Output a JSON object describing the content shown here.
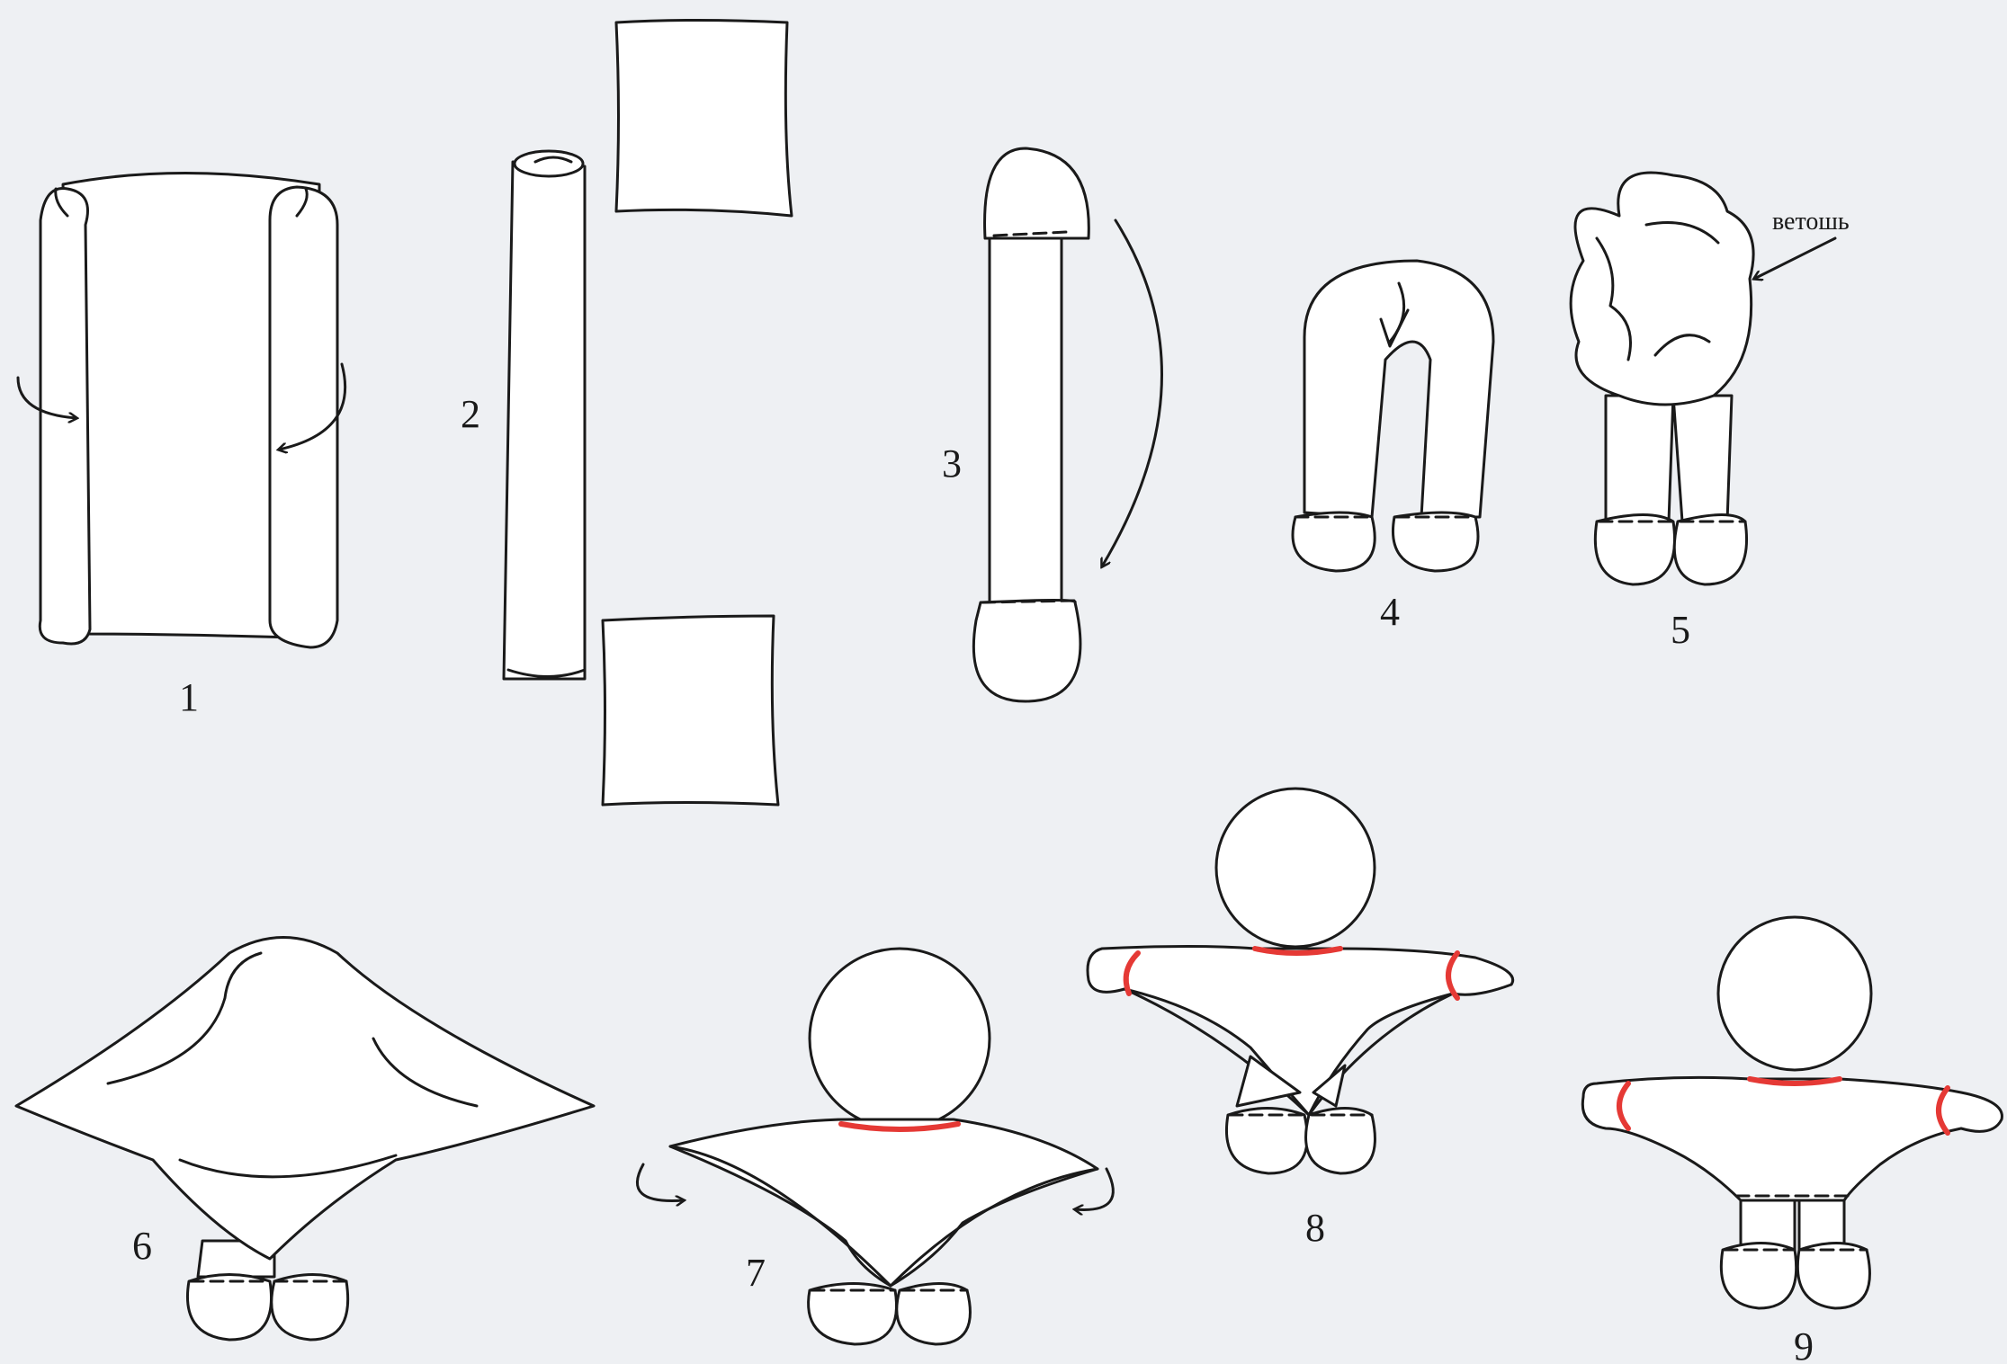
{
  "diagram": {
    "step_labels": [
      "1",
      "2",
      "3",
      "4",
      "5",
      "6",
      "7",
      "8",
      "9"
    ],
    "annotation_stuffing": "ветошь"
  },
  "colors": {
    "background": "#eef0f3",
    "line": "#1a1a1a",
    "fill": "#ffffff",
    "thread": "#e53935"
  }
}
